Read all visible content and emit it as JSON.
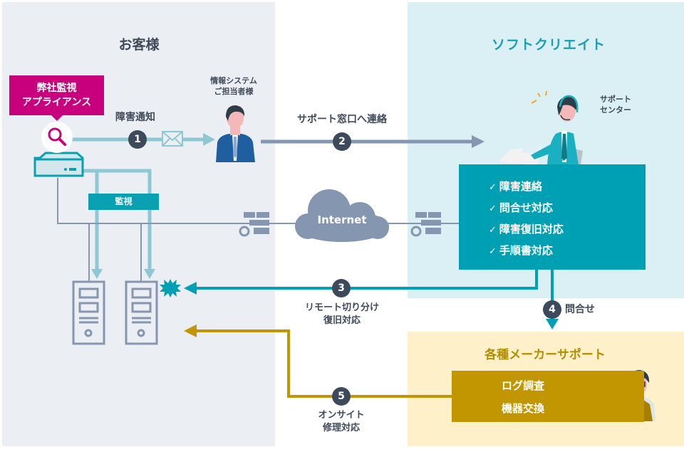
{
  "sections": {
    "customer": "お客様",
    "softcreate": "ソフトクリエイト",
    "maker_support": "各種メーカーサポート"
  },
  "appliance_callout": [
    "弊社監視",
    "アプライアンス"
  ],
  "monitoring_label": "監視",
  "it_staff_label": [
    "情報システム",
    "ご担当者様"
  ],
  "support_center_label": [
    "サポート",
    "センター"
  ],
  "internet_label": "Internet",
  "steps": [
    {
      "number": "1",
      "label": [
        "障害通知"
      ]
    },
    {
      "number": "2",
      "label": [
        "サポート窓口へ連絡"
      ]
    },
    {
      "number": "3",
      "label": [
        "リモート切り分け",
        "復旧対応"
      ]
    },
    {
      "number": "4",
      "label": [
        "問合せ"
      ]
    },
    {
      "number": "5",
      "label": [
        "オンサイト",
        "修理対応"
      ]
    }
  ],
  "support_services": {
    "check_icon": "✓",
    "items": [
      "障害連絡",
      "問合せ対応",
      "障害復旧対応",
      "手順書対応"
    ]
  },
  "maker_services": [
    "ログ調査",
    "機器交換"
  ],
  "colors": {
    "customer_panel": "#ebeef2",
    "softcreate_panel": "#daf0f5",
    "maker_panel": "#fef0c8",
    "appliance_magenta": "#c8007d",
    "teal": "#00a0b4",
    "gold": "#c29600",
    "slate": "#8496b0",
    "badge": "#3d4a5c"
  }
}
